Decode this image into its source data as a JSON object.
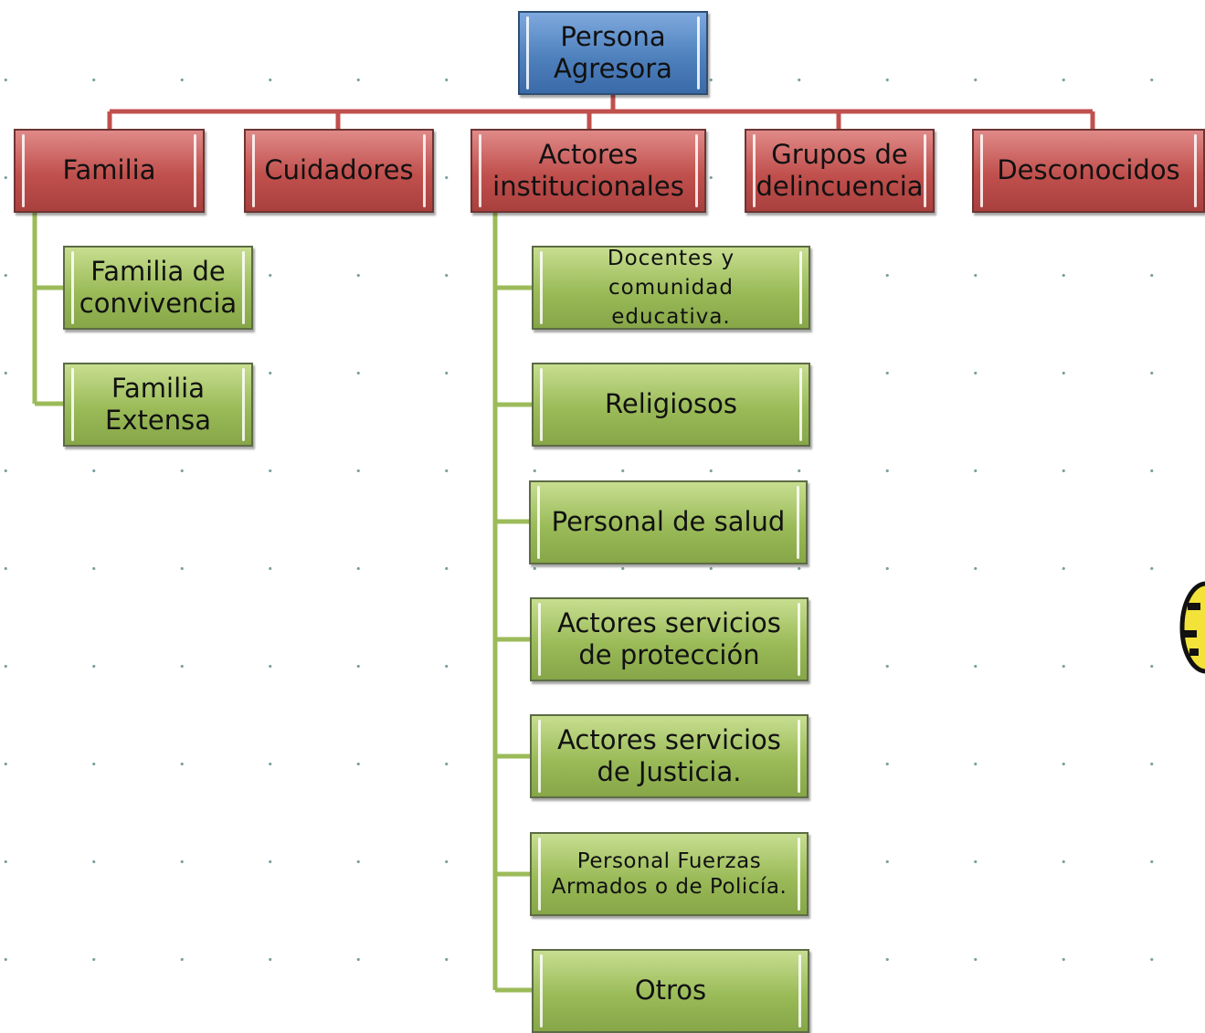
{
  "root": {
    "label": "Persona\nAgresora"
  },
  "categories": [
    {
      "id": "familia",
      "label": "Familia"
    },
    {
      "id": "cuidadores",
      "label": "Cuidadores"
    },
    {
      "id": "actores",
      "label": "Actores\ninstitucionales"
    },
    {
      "id": "grupos",
      "label": "Grupos de\ndelincuencia"
    },
    {
      "id": "desconocidos",
      "label": "Desconocidos"
    }
  ],
  "familia_children": [
    {
      "label": "Familia de\nconvivencia"
    },
    {
      "label": "Familia\nExtensa"
    }
  ],
  "actores_children": [
    {
      "label": "Docentes y\ncomunidad\neducativa."
    },
    {
      "label": "Religiosos"
    },
    {
      "label": "Personal de salud"
    },
    {
      "label": "Actores servicios\nde protección"
    },
    {
      "label": "Actores servicios\nde Justicia."
    },
    {
      "label": "Personal Fuerzas\nArmados o de Policía."
    },
    {
      "label": "Otros"
    }
  ],
  "colors": {
    "root": "#4f81bd",
    "category": "#c0504d",
    "child": "#9bbb59",
    "red_connector": "#c0504d",
    "green_connector": "#9bbb59"
  }
}
